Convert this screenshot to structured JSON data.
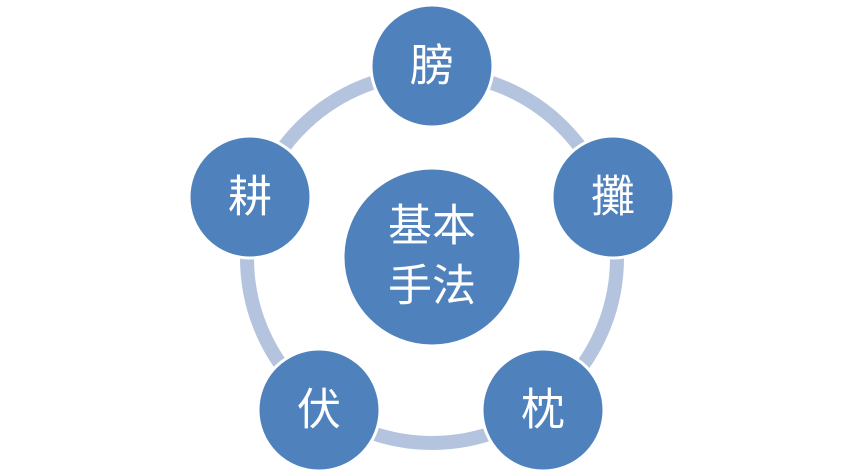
{
  "diagram": {
    "center": {
      "line1": "基本",
      "line2": "手法"
    },
    "nodes": [
      {
        "label": "膀"
      },
      {
        "label": "攤"
      },
      {
        "label": "枕"
      },
      {
        "label": "伏"
      },
      {
        "label": "耕"
      }
    ],
    "colors": {
      "node_fill": "#4f81bd",
      "node_stroke": "#ffffff",
      "ring": "#b4c3de"
    }
  }
}
